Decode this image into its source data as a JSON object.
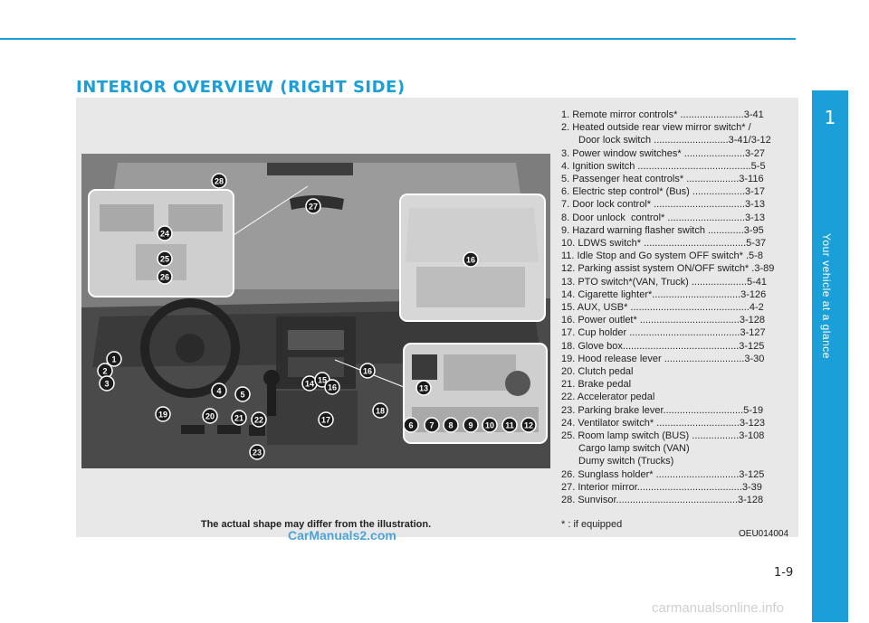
{
  "page": {
    "title": "INTERIOR OVERVIEW (RIGHT SIDE)",
    "chapter_number": "1",
    "chapter_title": "Your vehicle at a glance",
    "page_number": "1-9",
    "caption": "The actual shape may differ from the illustration.",
    "image_code": "OEU014004",
    "footnote": "* : if equipped",
    "watermark": "CarManuals2.com",
    "site_watermark": "carmanualsonline.info"
  },
  "items": [
    {
      "text": "1. Remote mirror controls* .......................3-41"
    },
    {
      "text": "2. Heated outside rear view mirror switch* /",
      "sub": [
        "Door lock switch ...........................3-41/3-12"
      ]
    },
    {
      "text": "3. Power window switches* ......................3-27"
    },
    {
      "text": "4. Ignition switch .........................................5-5"
    },
    {
      "text": "5. Passenger heat controls* ...................3-116"
    },
    {
      "text": "6. Electric step control* (Bus) ...................3-17"
    },
    {
      "text": "7. Door lock control* .................................3-13"
    },
    {
      "text": "8. Door unlock  control* ............................3-13"
    },
    {
      "text": "9. Hazard warning flasher switch .............3-95"
    },
    {
      "text": "10. LDWS switch* .....................................5-37"
    },
    {
      "text": "11. Idle Stop and Go system OFF switch* .5-8"
    },
    {
      "text": "12. Parking assist system ON/OFF switch* .3-89"
    },
    {
      "text": "13. PTO switch*(VAN, Truck) ....................5-41"
    },
    {
      "text": "14. Cigarette lighter*................................3-126"
    },
    {
      "text": "15. AUX, USB* ...........................................4-2"
    },
    {
      "text": "16. Power outlet* ....................................3-128"
    },
    {
      "text": "17. Cup holder ........................................3-127"
    },
    {
      "text": "18. Glove box..........................................3-125"
    },
    {
      "text": "19. Hood release lever .............................3-30"
    },
    {
      "text": "20. Clutch pedal"
    },
    {
      "text": "21. Brake pedal"
    },
    {
      "text": "22. Accelerator pedal"
    },
    {
      "text": "23. Parking brake lever.............................5-19"
    },
    {
      "text": "24. Ventilator switch* ..............................3-123"
    },
    {
      "text": "25. Room lamp switch (BUS) .................3-108",
      "sub": [
        "Cargo lamp switch (VAN)",
        "Dumy switch (Trucks)"
      ]
    },
    {
      "text": "26. Sunglass holder* ..............................3-125"
    },
    {
      "text": "27. Interior mirror......................................3-39"
    },
    {
      "text": "28. Sunvisor............................................3-128"
    }
  ],
  "callouts": [
    "1",
    "2",
    "3",
    "4",
    "5",
    "6",
    "7",
    "8",
    "9",
    "10",
    "11",
    "12",
    "13",
    "14",
    "15",
    "16",
    "16",
    "16",
    "17",
    "18",
    "19",
    "20",
    "21",
    "22",
    "23",
    "24",
    "25",
    "26",
    "27",
    "28"
  ],
  "colors": {
    "accent": "#1a9fd8",
    "panel": "#e8e8e8",
    "watermark": "#4aa3d9"
  }
}
